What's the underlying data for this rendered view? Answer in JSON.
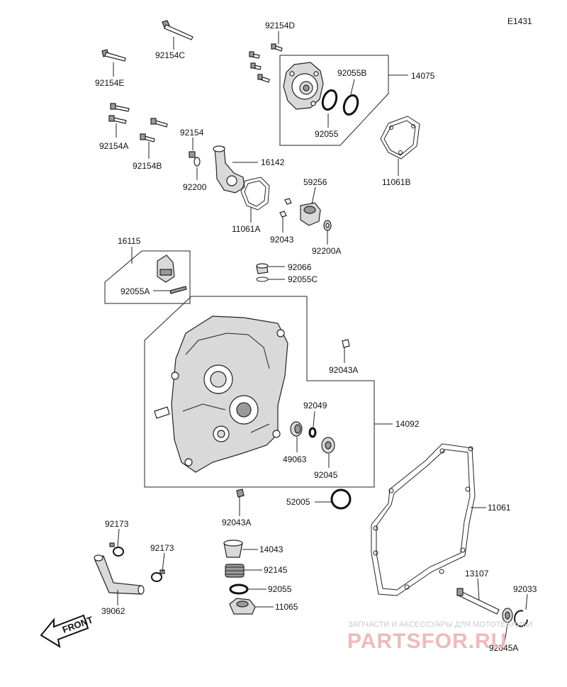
{
  "diagram_code": "E1431",
  "parts": {
    "p92154D": "92154D",
    "p92154C": "92154C",
    "p92154E": "92154E",
    "p92055B": "92055B",
    "p14075": "14075",
    "p92055": "92055",
    "p11061B": "11061B",
    "p92154A": "92154A",
    "p92154B": "92154B",
    "p92154": "92154",
    "p92200": "92200",
    "p16142": "16142",
    "p59256": "59256",
    "p11061A": "11061A",
    "p92043": "92043",
    "p92200A": "92200A",
    "p16115": "16115",
    "p92066": "92066",
    "p92055C": "92055C",
    "p92055A": "92055A",
    "p92043A_top": "92043A",
    "p92049": "92049",
    "p14092": "14092",
    "p49063": "49063",
    "p92045": "92045",
    "p52005": "52005",
    "p11061": "11061",
    "p92043A_bottom": "92043A",
    "p92173_left": "92173",
    "p92173_right": "92173",
    "p14043": "14043",
    "p92145": "92145",
    "p92055_bottom": "92055",
    "p11065": "11065",
    "p39062": "39062",
    "p13107": "13107",
    "p92033": "92033",
    "p92045A": "92045A"
  },
  "front_label": "FRONT",
  "watermark": {
    "caption": "ЗАПЧАСТИ И АКСЕССУАРЫ ДЛЯ МОТОТЕХНИКИ",
    "brand": "PARTSFOR.RU"
  }
}
